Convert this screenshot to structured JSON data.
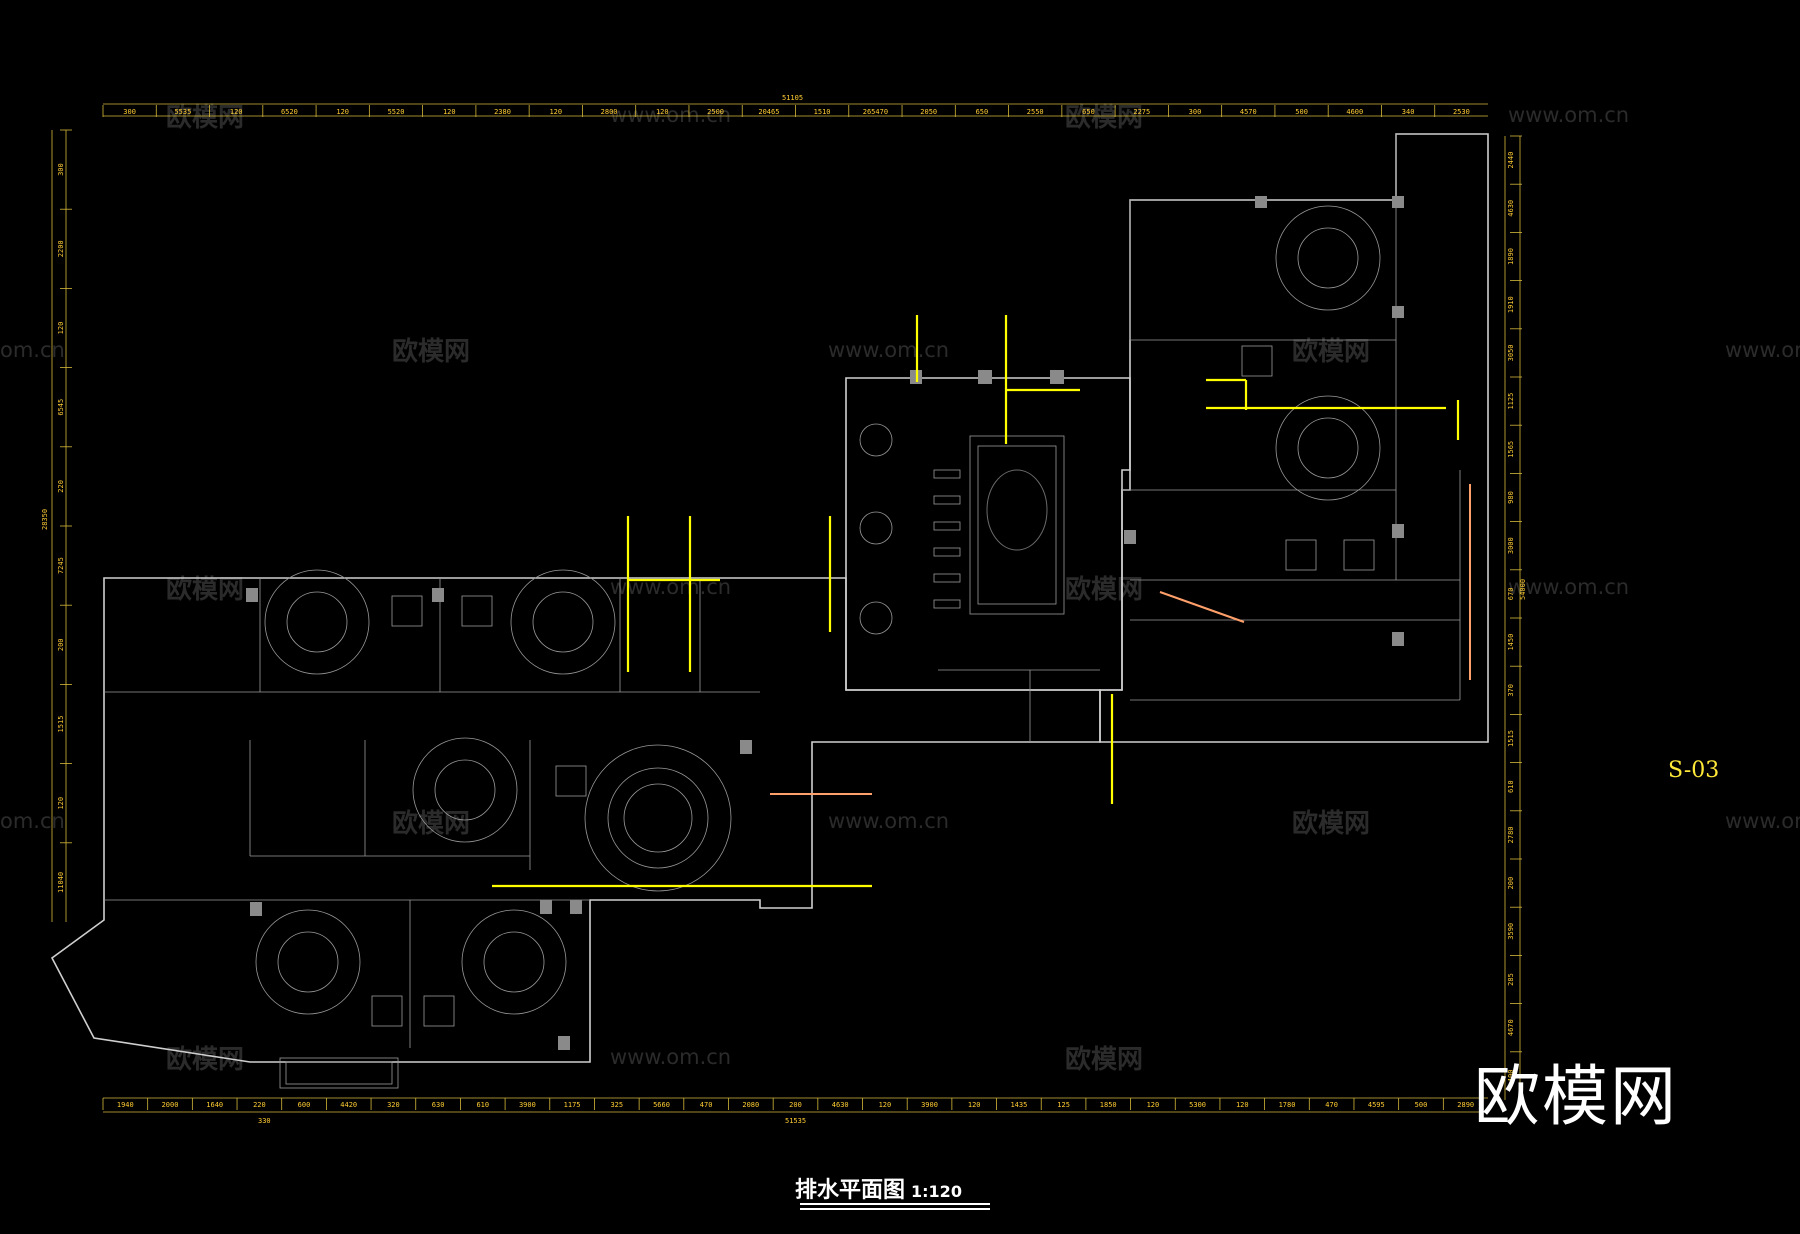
{
  "drawing": {
    "title": "排水平面图",
    "scale": "1:120",
    "sheet_number": "S-03",
    "brand_watermark": "欧模网",
    "watermark_url": "www.om.cn",
    "watermark_url_left": "om.cn",
    "watermark_cn": "欧模网",
    "colors": {
      "background": "#000000",
      "walls": "#cfcfcf",
      "drain_pipes": "#ffff00",
      "secondary_pipes": "#ff9f6a",
      "dimensions": "#ffcc33"
    }
  },
  "dimensions": {
    "top_total": "51105",
    "top": [
      "300",
      "5535",
      "120",
      "6520",
      "120",
      "5520",
      "120",
      "2380",
      "120",
      "2800",
      "120",
      "2500",
      "20465",
      "1510",
      "265470",
      "2050",
      "650",
      "2550",
      "650",
      "2275",
      "300",
      "4570",
      "500",
      "4600",
      "340",
      "2530"
    ],
    "bottom_total": "51535",
    "bottom": [
      "1940",
      "2000",
      "1640",
      "220",
      "600",
      "4420",
      "320",
      "630",
      "610",
      "3900",
      "1175",
      "325",
      "5660",
      "470",
      "2080",
      "200",
      "4630",
      "120",
      "3900",
      "120",
      "1435",
      "125",
      "1850",
      "120",
      "5300",
      "120",
      "1780",
      "470",
      "4595",
      "500",
      "2890"
    ],
    "bottom_sub": "330",
    "left_total": "28350",
    "left": [
      "300",
      "2200",
      "120",
      "6545",
      "220",
      "7245",
      "200",
      "1515",
      "120",
      "11040"
    ],
    "right_total": "54000",
    "right": [
      "2440",
      "4630",
      "1890",
      "1910",
      "3050",
      "1125",
      "1565",
      "980",
      "3000",
      "670",
      "1450",
      "370",
      "1515",
      "610",
      "2780",
      "200",
      "3590",
      "285",
      "4670",
      "400"
    ]
  }
}
